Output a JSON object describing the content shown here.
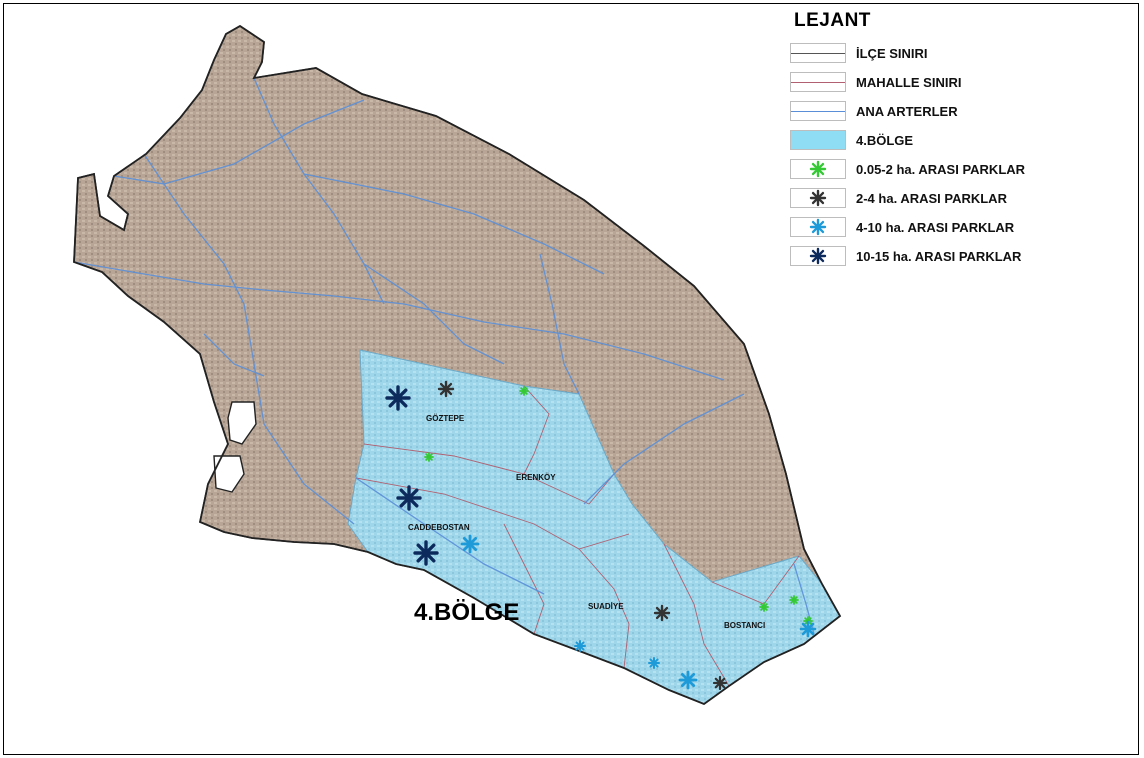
{
  "legend": {
    "title": "LEJANT",
    "items": [
      {
        "label": "İLÇE SINIRI",
        "kind": "line",
        "color": "#555555"
      },
      {
        "label": "MAHALLE SINIRI",
        "kind": "line",
        "color": "#b06070"
      },
      {
        "label": "ANA ARTERLER",
        "kind": "line",
        "color": "#5a8fd8"
      },
      {
        "label": "4.BÖLGE",
        "kind": "fill",
        "color": "#8fdcf5"
      },
      {
        "label": "0.05-2 ha. ARASI PARKLAR",
        "kind": "marker",
        "icon": "asterisk-icon",
        "color": "#35c935"
      },
      {
        "label": "2-4 ha. ARASI PARKLAR",
        "kind": "marker",
        "icon": "asterisk-icon",
        "color": "#333333"
      },
      {
        "label": "4-10 ha. ARASI PARKLAR",
        "kind": "marker",
        "icon": "asterisk-icon",
        "color": "#1e9ad8"
      },
      {
        "label": "10-15 ha. ARASI PARKLAR",
        "kind": "marker",
        "icon": "asterisk-icon",
        "color": "#0d2a5c"
      }
    ]
  },
  "map": {
    "region_label": "4.BÖLGE",
    "neighborhoods": [
      "GÖZTEPE",
      "ERENKÖY",
      "CADDEBOSTAN",
      "SUADİYE",
      "BOSTANCI"
    ],
    "colors": {
      "urban": "#b8a596",
      "region": "#9fd6ea",
      "district_border": "#222222",
      "mahalle_border": "#b06070",
      "arteries": "#5a8fd8"
    }
  }
}
